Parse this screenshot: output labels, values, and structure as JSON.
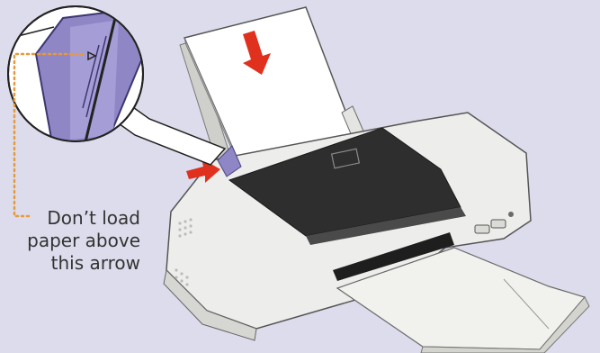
{
  "callout": {
    "lines": [
      "Don’t load",
      "paper above",
      "this arrow"
    ]
  },
  "colors": {
    "background": "#dcdcec",
    "printer_body": "#ededeb",
    "printer_cover": "#2e2e2e",
    "paper": "#ffffff",
    "arrow": "#e0301e",
    "guide": "#8f86c6",
    "leader_line": "#e69a3c"
  },
  "icons": [
    "paper-down-arrow",
    "edge-guide-arrow",
    "dotted-leader-line",
    "magnifier-callout"
  ]
}
